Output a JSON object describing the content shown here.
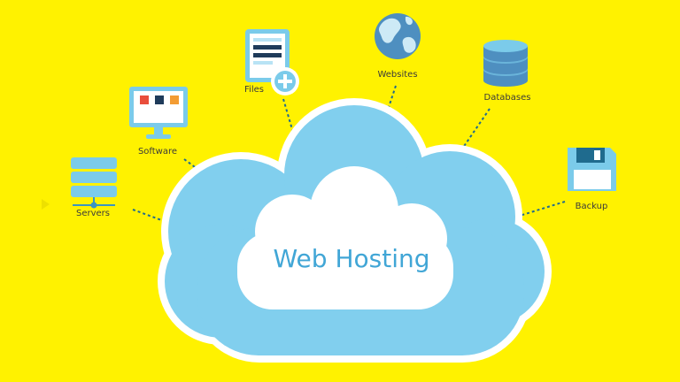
{
  "title": "Web Hosting",
  "nodes": [
    {
      "id": "servers",
      "label": "Servers",
      "icon": "server-rack-icon"
    },
    {
      "id": "software",
      "label": "Software",
      "icon": "monitor-icon"
    },
    {
      "id": "files",
      "label": "Files",
      "icon": "file-add-icon"
    },
    {
      "id": "websites",
      "label": "Websites",
      "icon": "globe-icon"
    },
    {
      "id": "databases",
      "label": "Databases",
      "icon": "database-icon"
    },
    {
      "id": "backup",
      "label": "Backup",
      "icon": "floppy-disk-icon"
    }
  ],
  "colors": {
    "background": "#FFF200",
    "cloud": "#81CFEE",
    "cloud_outline": "#FFFFFF",
    "accent": "#41A6D6",
    "connector": "#1F6B8E"
  }
}
